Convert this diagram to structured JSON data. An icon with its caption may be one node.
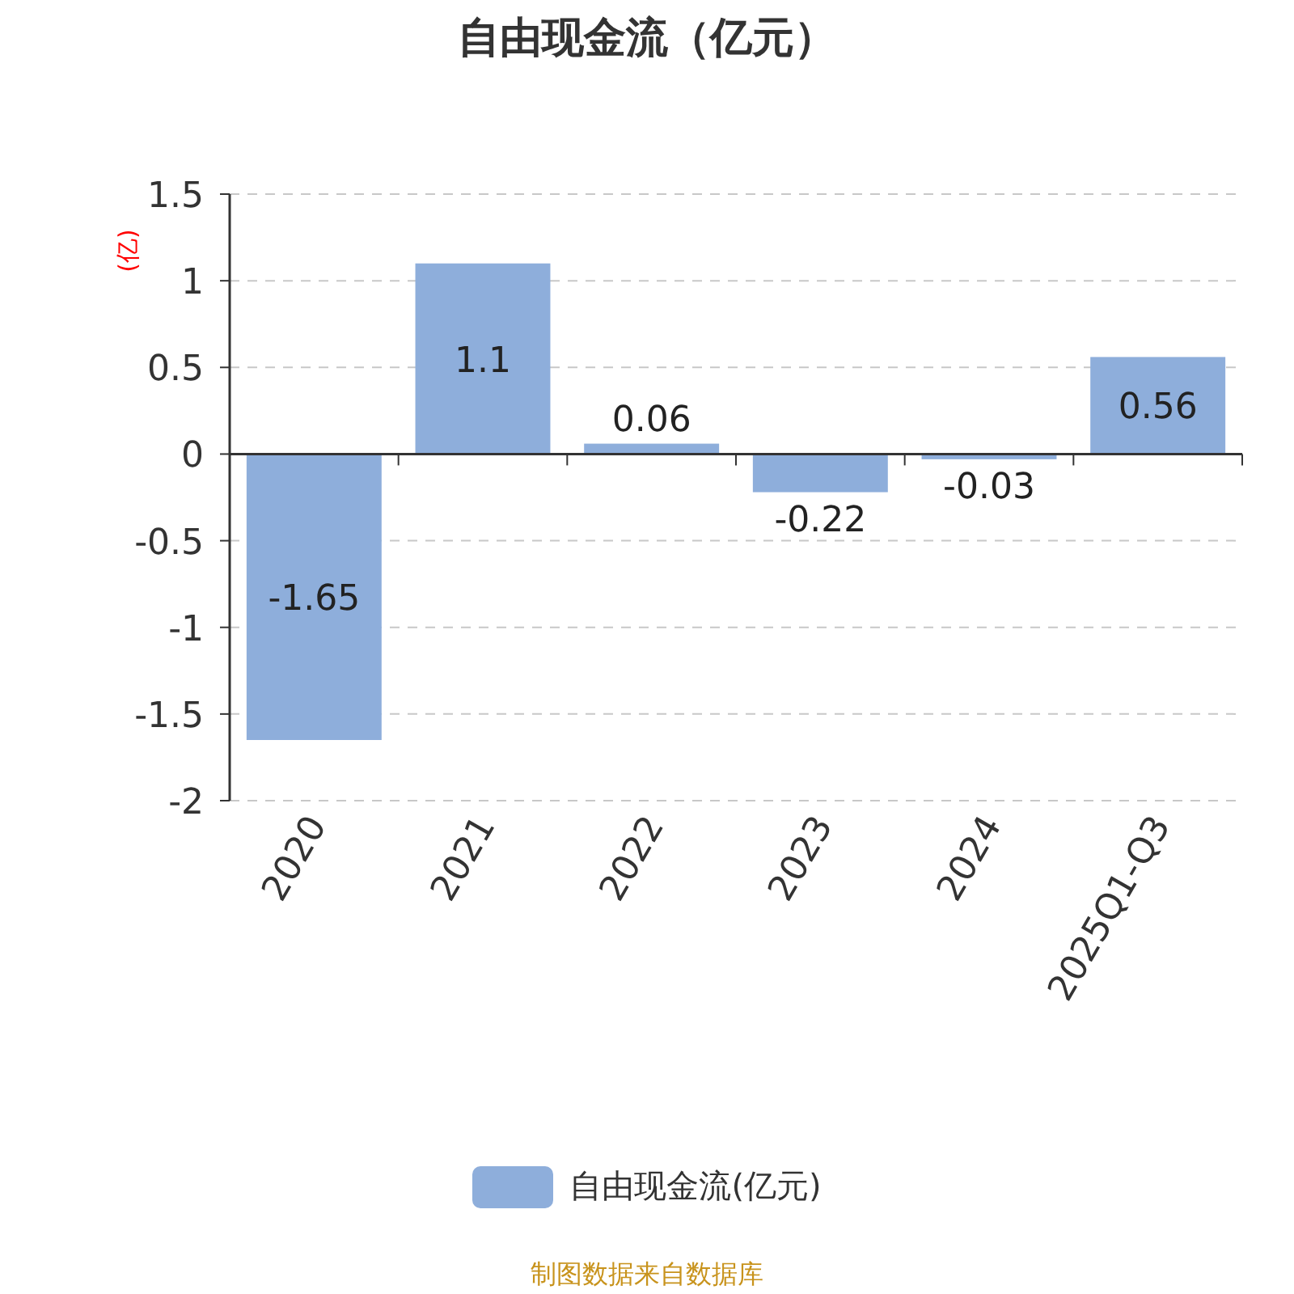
{
  "diagram": {
    "title": "自由现金流（亿元）",
    "chart_data": {
      "type": "bar",
      "ylabel": "(亿)",
      "categories": [
        "2020",
        "2021",
        "2022",
        "2023",
        "2024",
        "2025Q1-Q3"
      ],
      "series": [
        {
          "name": "自由现金流(亿元)",
          "color": "#8eaedb",
          "values": [
            -1.65,
            1.1,
            0.06,
            -0.22,
            -0.03,
            0.56
          ]
        }
      ],
      "ylim": [
        -2,
        1.5
      ],
      "yticks": [
        -2,
        -1.5,
        -1,
        -0.5,
        0,
        0.5,
        1,
        1.5
      ],
      "data_labels": true,
      "grid": true
    },
    "labels": [
      "制图数据来自数据库"
    ]
  }
}
